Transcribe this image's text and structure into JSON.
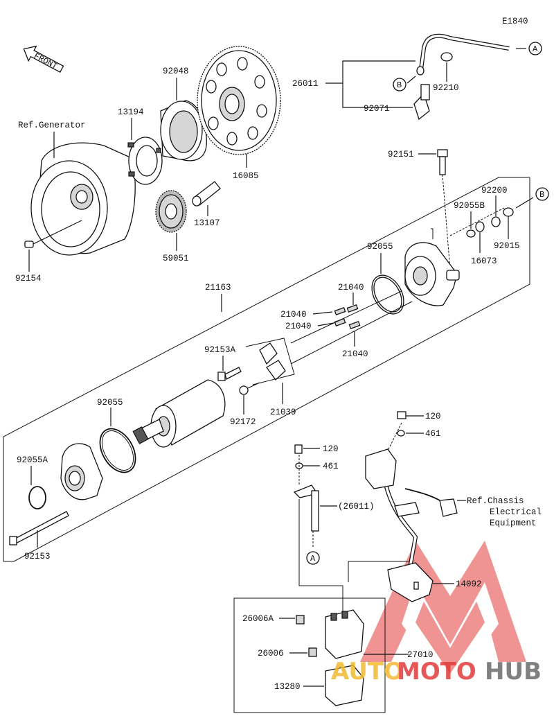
{
  "diagram_code": "E1840",
  "front_label": "FRONT",
  "ref_generator": "Ref.Generator",
  "ref_chassis": [
    "Ref.Chassis",
    "Electrical",
    "Equipment"
  ],
  "connector_a": "A",
  "connector_b": "B",
  "parts": {
    "p26011": "26011",
    "p26011_ref": "(26011)",
    "p92210": "92210",
    "p92071": "92071",
    "p92048": "92048",
    "p13194": "13194",
    "p16085": "16085",
    "p13107": "13107",
    "p59051": "59051",
    "p92154": "92154",
    "p92151": "92151",
    "p92200": "92200",
    "p92055B": "92055B",
    "p92015": "92015",
    "p16073": "16073",
    "p92055": "92055",
    "p21163": "21163",
    "p21040": "21040",
    "p92153A": "92153A",
    "p92172": "92172",
    "p21039": "21039",
    "p92055A": "92055A",
    "p92153": "92153",
    "p120": "120",
    "p461": "461",
    "p14092": "14092",
    "p26006A": "26006A",
    "p26006": "26006",
    "p27010": "27010",
    "p13280": "13280"
  },
  "watermark": {
    "part1": "AUTO",
    "part2": "MOTO",
    "part3": "HUB"
  },
  "colors": {
    "watermark_red": "#e23b3b",
    "watermark_orange": "#f0b92e",
    "watermark_grey": "#6b6b6b"
  }
}
